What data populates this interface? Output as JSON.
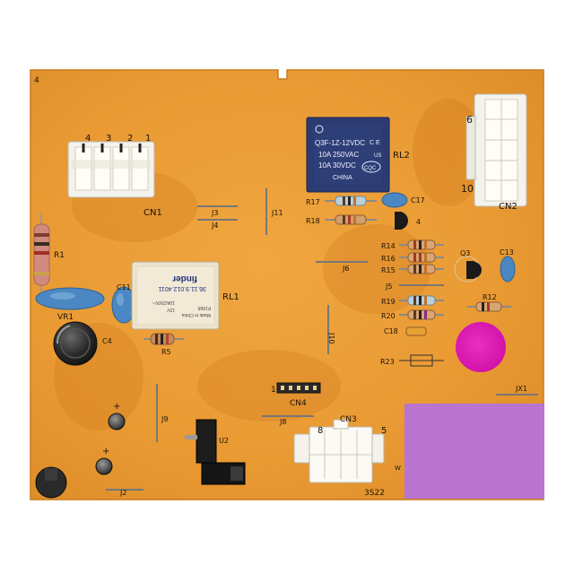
{
  "colors": {
    "board": "#ea9c35",
    "board_edge": "#d58424",
    "connector": "#f4f2ec",
    "relay_blue": "#2c3b72",
    "relay_cream": "#ece3cd",
    "mov_blue": "#4b87c2",
    "magenta_dot": "#df19b3",
    "purple_block": "#b874cf"
  },
  "board": {
    "corner_mark": "4",
    "serial": "3S22"
  },
  "labels": {
    "cn1": "CN1",
    "cn1_pins": [
      "4",
      "3",
      "2",
      "1"
    ],
    "cn2": "CN2",
    "cn2_pin_top": "6",
    "cn2_pin_bottom": "10",
    "cn3": "CN3",
    "cn3_pin_left": "8",
    "cn3_pin_right": "5",
    "cn4": "CN4",
    "cn4_pin": "1",
    "rl1": "RL1",
    "rl2": "RL2",
    "r1": "R1",
    "r5": "R5",
    "r12": "R12",
    "r14": "R14",
    "r15": "R15",
    "r16": "R16",
    "r17": "R17",
    "r18": "R18",
    "r19": "R19",
    "r20": "R20",
    "r23": "R23",
    "c4": "C4",
    "c11": "C11",
    "c13": "C13",
    "c17": "C17",
    "c18": "C18",
    "vr1": "VR1",
    "q3": "Q3",
    "q4": "4",
    "u2": "U2",
    "j2": "J2",
    "j3": "J3",
    "j4": "J4",
    "j5": "J5",
    "j6": "J6",
    "j8": "J8",
    "j9": "J9",
    "j10": "J10",
    "j11": "J11",
    "jx1": "JX1",
    "w": "W"
  },
  "relay_rl2": {
    "line1": "Q3F-1Z-12VDC",
    "ce": "C E",
    "line2": "10A 250VAC",
    "line3": "10A 30VDC",
    "cqc": "CQC",
    "us": "US",
    "line4": "CHINA"
  },
  "relay_rl1": {
    "brand": "finder",
    "line1": "36.11.9.012.4011",
    "line2": "12V",
    "line3": "10A/250V~",
    "line4": "Made in China",
    "line5": "P1665"
  }
}
